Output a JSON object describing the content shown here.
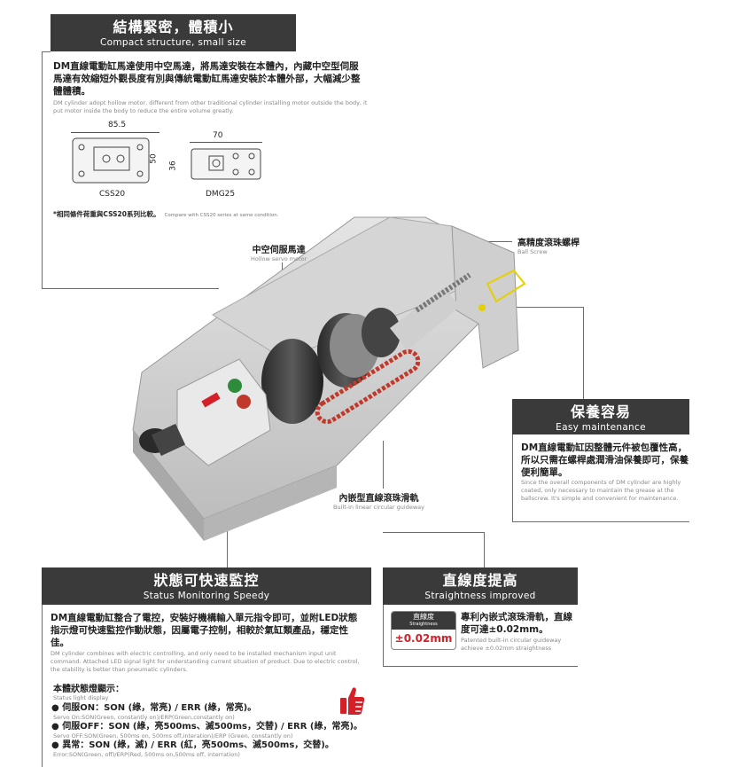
{
  "colors": {
    "header_bg": "#3a3a3a",
    "accent_red": "#d32029",
    "line": "#6b6b6b"
  },
  "compact": {
    "title": "結構緊密，體積小",
    "subtitle": "Compact structure, small size",
    "body_zh": "DM直線電動缸馬達使用中空馬達，將馬達安裝在本體內，內藏中空型伺服馬達有效縮短外觀長度有別與傳統電動缸馬達安裝於本體外部，大幅減少整體體積。",
    "body_en": "DM cylinder adopt hollow motor, different from other traditional cylinder installing motor outside the body, it put motor inside the body to reduce the entire volume greatly.",
    "css20": {
      "name": "CSS20",
      "width": "85.5",
      "height": "50"
    },
    "dmg25": {
      "name": "DMG25",
      "width": "70",
      "height": "36"
    },
    "note_zh": "*相同條件荷重與CSS20系列比較。",
    "note_en": "Compare with CSS20 series at same condition."
  },
  "callouts": {
    "hollow_zh": "中空伺服馬達",
    "hollow_en": "Hollow servo motor",
    "ballscrew_zh": "高精度滾珠螺桿",
    "ballscrew_en": "Ball Screw",
    "guideway_zh": "內嵌型直線滾珠滑軌",
    "guideway_en": "Built-in linear circular guideway"
  },
  "maintenance": {
    "title": "保養容易",
    "subtitle": "Easy maintenance",
    "body_zh": "DM直線電動缸因整體元件被包覆性高，所以只需在螺桿處潤滑油保養即可，保養便利簡單。",
    "body_en": "Since the overall components of DM cylinder are highly coated, only necessary to maintain the grease at the ballscrew. It's simple and convenient for maintenance."
  },
  "status": {
    "title": "狀態可快速監控",
    "subtitle": "Status Monitoring Speedy",
    "body_zh": "DM直線電動缸整合了電控，安裝好機構輸入單元指令即可，並附LED狀態指示燈可快速監控作動狀態，因屬電子控制，相較於氣缸類產品，穩定性佳。",
    "body_en": "DM cylinder combines with electric controlling, and only need to be installed mechanism input unit command. Attached LED signal light for understanding current situation of product. Due to electric control, the stability is better than pneumatic cylinders.",
    "display_zh": "本體狀態燈顯示：",
    "display_en": "Status light display",
    "items": [
      {
        "zh": "● 伺服ON：SON (綠，常亮) / ERR (綠，常亮)。",
        "en": "Servo On:SON(Green, constantly on)/ERP(Green,constantly on)"
      },
      {
        "zh": "● 伺服OFF：SON (綠，亮500ms、滅500ms，交替) / ERR (綠，常亮)。",
        "en": "Servo OFF:SON(Green, 500ms on, 500ms off,interation)/ERP (Green, constantly on)"
      },
      {
        "zh": "● 異常：SON (綠，滅) / ERR (紅，亮500ms、滅500ms，交替)。",
        "en": "Error:SON(Green, off)/ERP(Red, 500ms on,500ms off, interration)"
      }
    ]
  },
  "straightness": {
    "title": "直線度提高",
    "subtitle": "Straightness improved",
    "badge_zh": "直線度",
    "badge_en": "Straightness",
    "badge_value": "±0.02mm",
    "body_zh": "專利內嵌式滾珠滑軌，直線度可達±0.02mm。",
    "body_en": "Patented built-in circular guideway achieve ±0.02mm straightness"
  }
}
